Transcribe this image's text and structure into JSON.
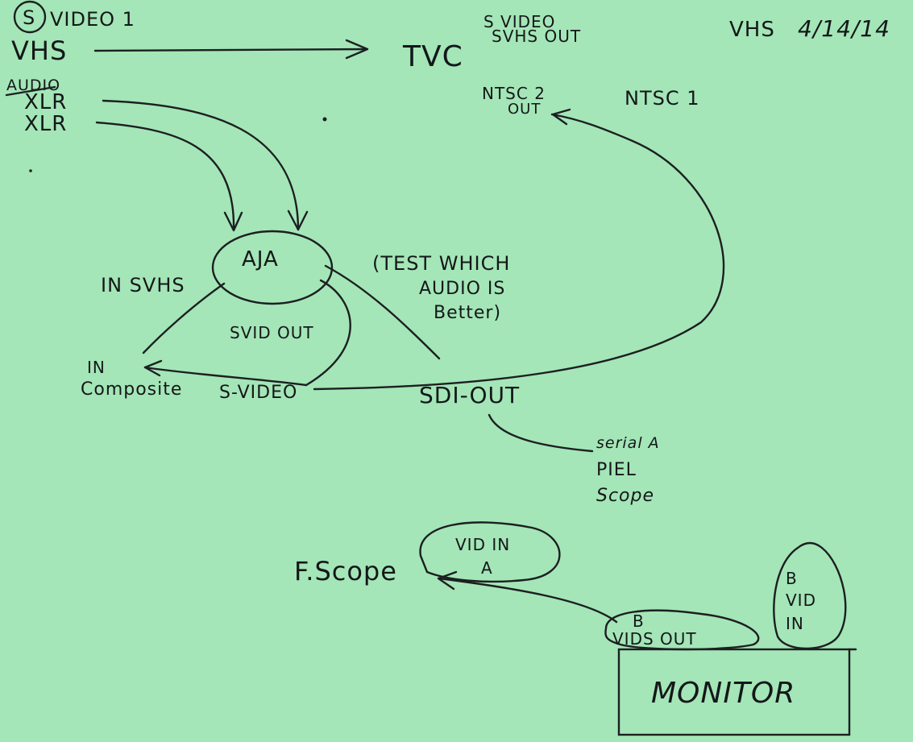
{
  "header": {
    "s_label": "S",
    "video_number": "VIDEO 1",
    "vhs": "VHS",
    "tvc": "TVC",
    "svideo_svhs_out_line1": "S VIDEO",
    "svideo_svhs_out_line2": "SVHS OUT",
    "vhs_date": "VHS",
    "date": "4/14/14",
    "ntsc2_out_line1": "NTSC 2",
    "ntsc2_out_line2": "OUT",
    "ntsc1": "NTSC 1"
  },
  "audio": {
    "title": "AUDIO",
    "xlr1": "XLR",
    "xlr2": "XLR"
  },
  "aja": {
    "label": "AJA",
    "in_svhs": "IN SVHS",
    "svid_out": "SVID OUT",
    "in": "IN",
    "composite": "Composite",
    "s_video": "S-VIDEO",
    "sdi_out": "SDI-OUT"
  },
  "note": {
    "line1": "(TEST WHICH",
    "line2": "AUDIO IS",
    "line3": "Better)"
  },
  "serial": {
    "line1": "serial A",
    "line2": "PIEL",
    "line3": "Scope"
  },
  "scope": {
    "f_scope": "F.Scope",
    "vid_in_line1": "VID IN",
    "vid_in_line2": "A",
    "b_vids_out_line1": "B",
    "b_vids_out_line2": "VIDS OUT",
    "b_vid_in_line1": "B",
    "b_vid_in_line2": "VID",
    "b_vid_in_line3": "IN"
  },
  "monitor": {
    "label": "MONITOR"
  },
  "colors": {
    "paper": "#a4e6b7",
    "ink": "#1c1f22"
  }
}
